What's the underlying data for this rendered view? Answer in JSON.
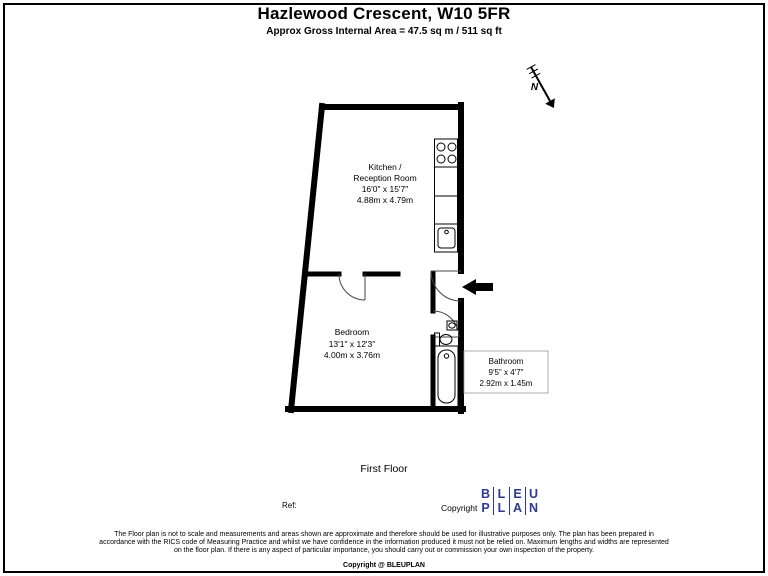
{
  "header": {
    "title": "Hazlewood Crescent, W10 5FR",
    "subtitle": "Approx Gross Internal Area = 47.5 sq m / 511 sq ft"
  },
  "compass": {
    "label": "N"
  },
  "plan": {
    "kitchen": {
      "name_line1": "Kitchen /",
      "name_line2": "Reception Room",
      "dims_imperial": "16'0\" x 15'7\"",
      "dims_metric": "4.88m x 4.79m"
    },
    "bedroom": {
      "name": "Bedroom",
      "dims_imperial": "13'1\" x 12'3\"",
      "dims_metric": "4.00m x 3.76m"
    },
    "bathroom": {
      "name": "Bathroom",
      "dims_imperial": "9'5\" x 4'7\"",
      "dims_metric": "2.92m x 1.45m"
    },
    "floor_label": "First Floor"
  },
  "footer": {
    "ref_label": "Ref:",
    "copyright_label": "Copyright",
    "logo": {
      "row1": [
        "B",
        "L",
        "E",
        "U"
      ],
      "row2": [
        "P",
        "L",
        "A",
        "N"
      ]
    },
    "disclaimer": "The Floor plan is not to scale and measurements and areas shown are approximate and therefore should be used for illustrative purposes only. The plan has been prepared in accordance with the RICS code of Measuring Practice and whilst we have confidence in the information produced it must not be relied on. Maximum lengths and widths are represented on the floor plan. If there is any aspect of particular importance, you should carry out or commission your own inspection of the property.",
    "copyright_line": "Copyright @ BLEUPLAN"
  },
  "colors": {
    "logo_blue": "#2b3990",
    "wall": "#000000"
  }
}
